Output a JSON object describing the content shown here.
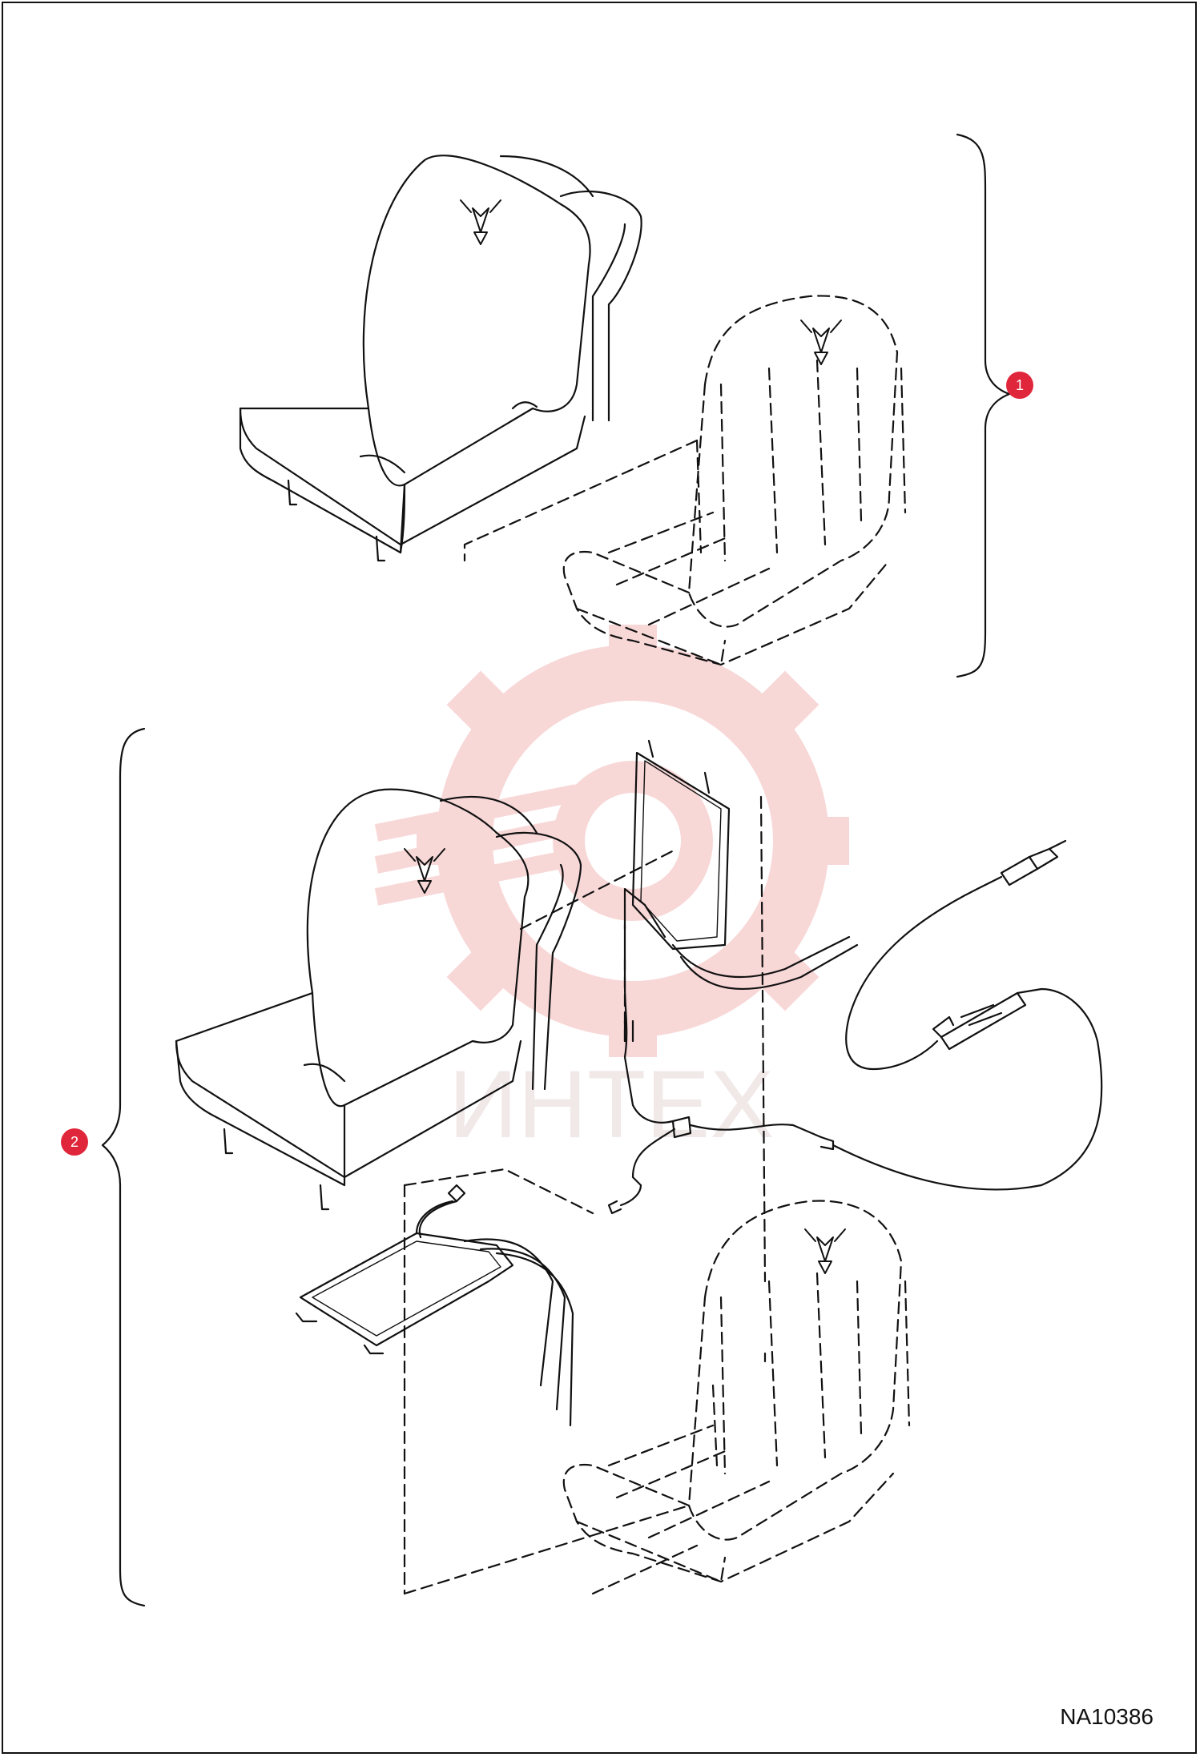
{
  "callouts": [
    {
      "label": "1",
      "item": "1"
    },
    {
      "label": "2",
      "item": "2"
    }
  ],
  "drawing_id": "NA10386",
  "watermark": {
    "text": "ИНТЕХ",
    "color": "#f3b8b8"
  },
  "colors": {
    "line": "#111111",
    "callout": "#e0263a"
  }
}
